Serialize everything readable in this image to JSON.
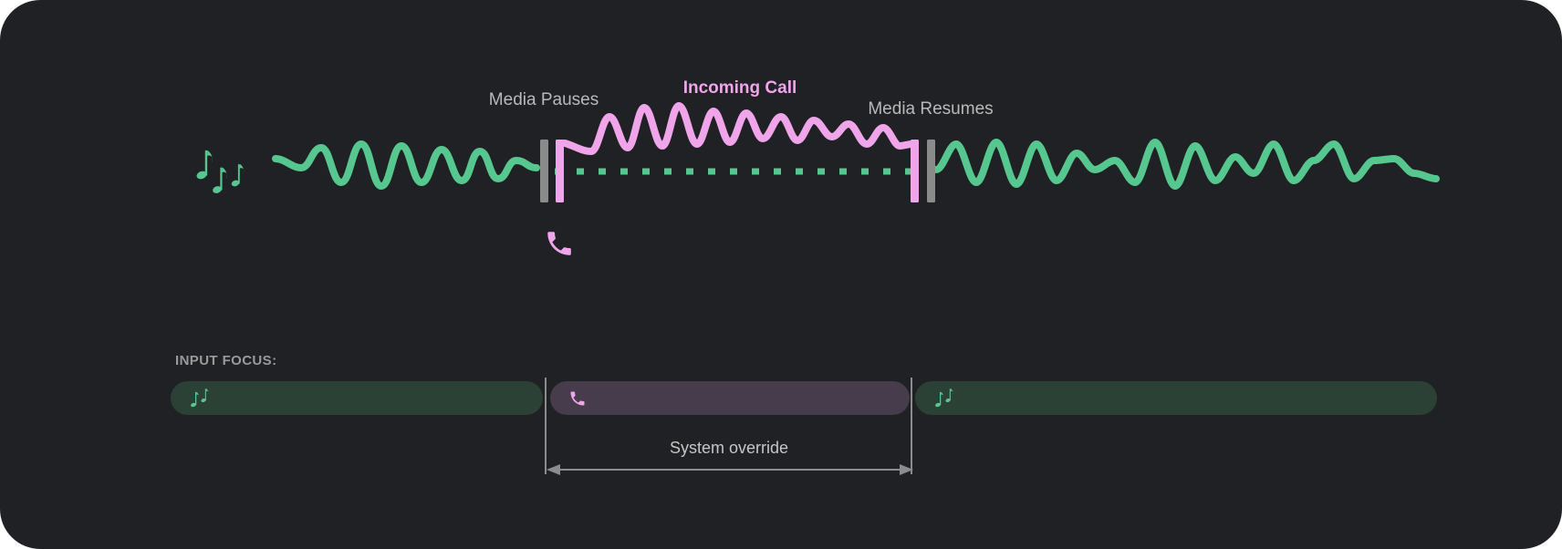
{
  "figure": {
    "description": "Audio focus timeline diagram: media waveform pauses for an incoming call, then resumes",
    "timeline": {
      "media_pauses_label": "Media Pauses",
      "incoming_call_label": "Incoming Call",
      "media_resumes_label": "Media Resumes",
      "media_icon": "music-notes-icon",
      "call_icon": "phone-icon"
    },
    "input_focus": {
      "heading": "INPUT FOCUS:",
      "segments": [
        {
          "type": "media",
          "icon": "music-notes-icon"
        },
        {
          "type": "call",
          "icon": "phone-icon"
        },
        {
          "type": "media",
          "icon": "music-notes-icon"
        }
      ],
      "annotation": "System override"
    },
    "colors": {
      "page_background": "#ffffff",
      "card_background": "#202124",
      "media_green": "#56c78f",
      "media_bar_green_dark": "#2b4136",
      "call_pink": "#f0a5ea",
      "call_bar_purple_dark": "#473c4b",
      "marker_gray": "#8a8a8a",
      "label_gray": "#b9b9b9",
      "heading_gray": "#9a9a9a",
      "annotation_gray": "#c6c6c6"
    }
  }
}
